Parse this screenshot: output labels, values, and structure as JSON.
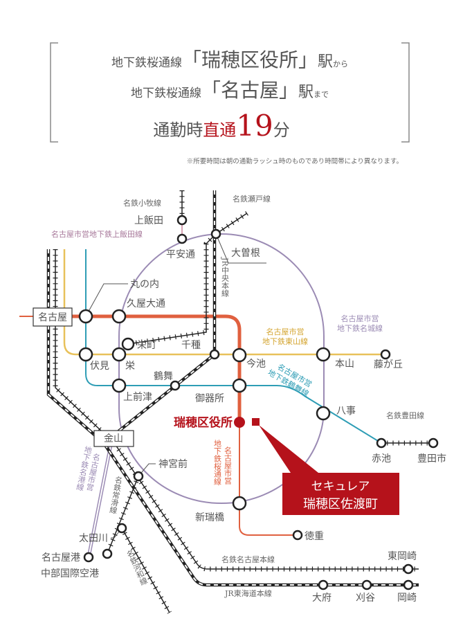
{
  "header": {
    "line1": {
      "prefix": "地下鉄桜通線",
      "station": "「瑞穂区役所」",
      "suffix": "駅",
      "tail": "から"
    },
    "line2": {
      "prefix": "地下鉄桜通線",
      "station": "「名古屋」",
      "suffix": "駅",
      "tail": "まで"
    },
    "line3": {
      "lead": "通勤時",
      "highlight": "直通",
      "minutes": "19",
      "unit": "分"
    },
    "note": "※所要時間は朝の通勤ラッシュ時のものであり時間帯により異なります。"
  },
  "colors": {
    "accent": "#b5121b",
    "sakuradori": "#e0603f",
    "higashiyama": "#e8c15a",
    "tsurumai": "#2e9db5",
    "meijo": "#9b8bb4",
    "kamiiida": "#d9a3b5",
    "text": "#555555"
  },
  "lines": {
    "komaki": "名鉄小牧線",
    "seto": "名鉄瀬戸線",
    "kamiiida": "名古屋市営地下鉄上飯田線",
    "chuo": "JR中央本線",
    "meijo": [
      "名古屋市営",
      "地下鉄名城線"
    ],
    "higashiyama": [
      "名古屋市営",
      "地下鉄東山線"
    ],
    "tsurumai": [
      "名古屋市営",
      "地下鉄鶴舞線"
    ],
    "sakuradori": [
      "名古屋市営",
      "地下鉄桜通線"
    ],
    "meiko": [
      "名古屋市営",
      "地下鉄名港線"
    ],
    "toyota": "名鉄豊田線",
    "tokoname": "名鉄常滑線",
    "kowa": "名鉄河和線",
    "meitetsu_main": "名鉄名古屋本線",
    "tokaido": "JR東海道本線"
  },
  "stations": {
    "nagoya": "名古屋",
    "marunouchi": "丸の内",
    "hisaya_odori": "久屋大通",
    "kamiiida": "上飯田",
    "heian_dori": "平安通",
    "ozone": "大曽根",
    "sakaemachi": "栄町",
    "chikusa": "千種",
    "fushimi": "伏見",
    "sakae": "栄",
    "imaike": "今池",
    "motoyama": "本山",
    "fujigaoka": "藤が丘",
    "tsurumai": "鶴舞",
    "kamimaezu": "上前津",
    "gokisho": "御器所",
    "yagoto": "八事",
    "mizuho_kuyakusho": "瑞穂区役所",
    "akaike": "赤池",
    "toyotashi": "豊田市",
    "kanayama": "金山",
    "jingumae": "神宮前",
    "shinmizuhashi": "新瑞橋",
    "tokushige": "徳重",
    "nagoyako": "名古屋港",
    "otagawa": "太田川",
    "chubu_airport": "中部国際空港",
    "higashi_okazaki": "東岡崎",
    "obu": "大府",
    "kariya": "刈谷",
    "okazaki": "岡崎"
  },
  "callout": {
    "line1": "セキュレア",
    "line2": "瑞穂区佐渡町"
  }
}
